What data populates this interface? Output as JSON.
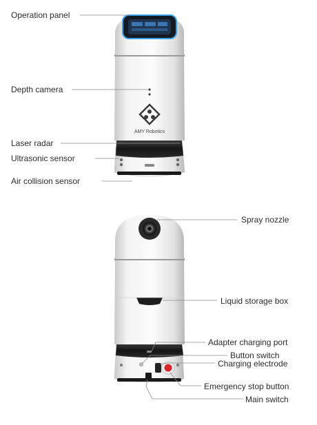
{
  "robot_front": {
    "brand_text": "AMY Robotics",
    "labels": {
      "operation_panel": "Operation panel",
      "depth_camera": "Depth camera",
      "laser_radar": "Laser radar",
      "ultrasonic_sensor": "Ultrasonic sensor",
      "air_collision_sensor": "Air collision sensor"
    }
  },
  "robot_back": {
    "labels": {
      "spray_nozzle": "Spray nozzle",
      "liquid_storage_box": "Liquid storage box",
      "adapter_charging_port": "Adapter charging port",
      "button_switch": "Button switch",
      "charging_electrode": "Charging electrode",
      "emergency_stop_button": "Emergency stop button",
      "main_switch": "Main switch"
    }
  },
  "colors": {
    "body": "#eeeeee",
    "band": "#1c1c1c",
    "screen_glow": "#3aa0e6",
    "emergency_red": "#d8262b",
    "leader_line": "#8a8a8a"
  }
}
